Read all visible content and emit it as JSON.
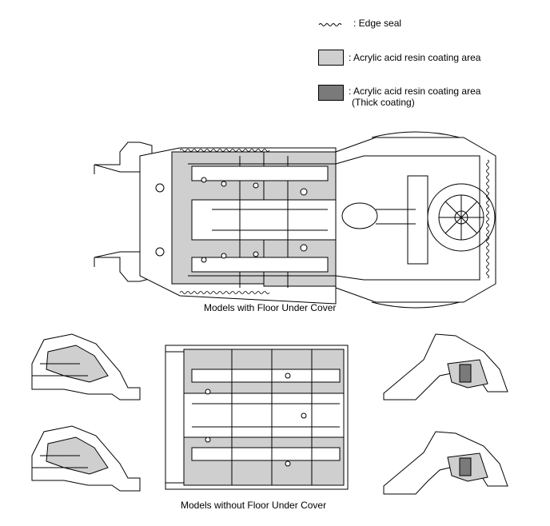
{
  "legend": {
    "edge_seal": ": Edge seal",
    "acrylic": ": Acrylic acid resin coating area",
    "acrylic_thick_line1": ": Acrylic acid resin coating area",
    "acrylic_thick_line2": "(Thick coating)",
    "colors": {
      "light_coating": "#cfcfcf",
      "thick_coating": "#7a7a7a",
      "line": "#000000"
    }
  },
  "captions": {
    "with_cover": "Models with Floor Under Cover",
    "without_cover": "Models without Floor Under Cover"
  }
}
